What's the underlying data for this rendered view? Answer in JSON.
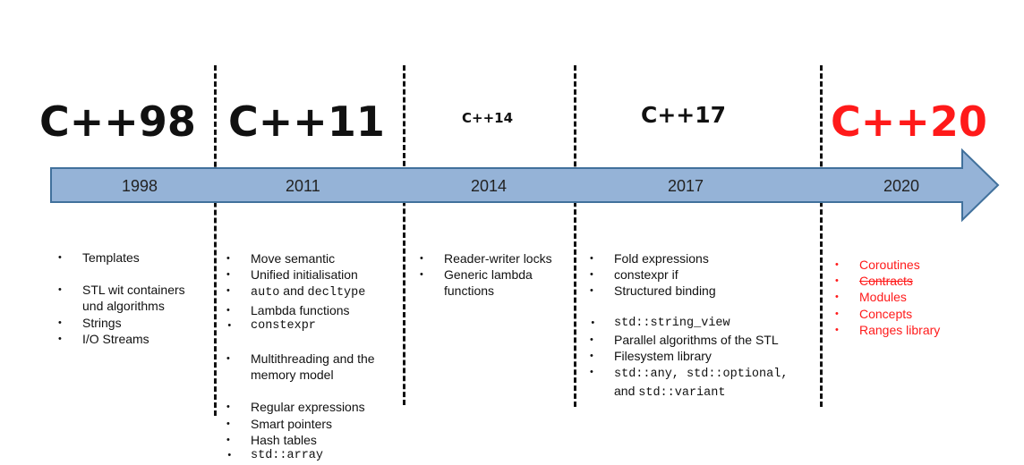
{
  "eras": [
    {
      "title": "C++98",
      "year": "1998"
    },
    {
      "title": "C++11",
      "year": "2011"
    },
    {
      "title": "C++14",
      "year": "2014"
    },
    {
      "title": "C++17",
      "year": "2017"
    },
    {
      "title": "C++20",
      "year": "2020"
    }
  ],
  "colors": {
    "arrow_fill": "#95B3D7",
    "arrow_stroke": "#41719C",
    "highlight": "#FF1A1A"
  },
  "features_98": {
    "templates": "Templates",
    "stl_1": "STL wit containers",
    "stl_2": "und algorithms",
    "strings": "Strings",
    "io": "I/O Streams"
  },
  "features_11": {
    "move": "Move semantic",
    "unified": "Unified initialisation",
    "auto": "auto",
    "and": "and",
    "decltype": "decltype",
    "lambda": "Lambda functions",
    "constexpr": "constexpr",
    "mt_1": "Multithreading and the",
    "mt_2": "memory model",
    "regex": "Regular expressions",
    "smart": "Smart pointers",
    "hash": "Hash tables",
    "array": "std::array"
  },
  "features_14": {
    "rw": "Reader-writer locks",
    "gl_1": "Generic lambda",
    "gl_2": "functions"
  },
  "features_17": {
    "fold": "Fold expressions",
    "cif": "constexpr if",
    "sb": "Structured binding",
    "sv": "std::string_view",
    "par": "Parallel algorithms of the STL",
    "fs": "Filesystem library",
    "any_1": "std::any, std::optional,",
    "any_and": "and",
    "any_2": "std::variant"
  },
  "features_20": {
    "coroutines": "Coroutines",
    "contracts": "Contracts",
    "modules": "Modules",
    "concepts": "Concepts",
    "ranges": "Ranges library"
  }
}
